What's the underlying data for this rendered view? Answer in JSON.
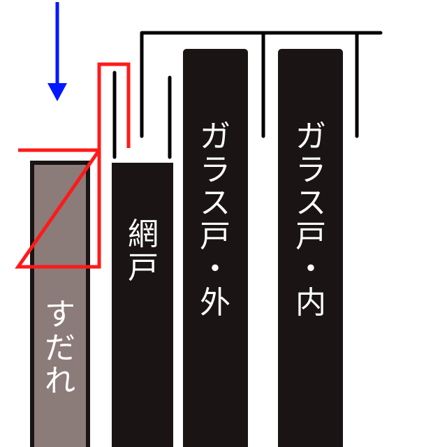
{
  "panels": {
    "sudare": {
      "label": [
        "す",
        "だ",
        "れ"
      ]
    },
    "amido": {
      "label": [
        "網",
        "戸"
      ]
    },
    "glass_outer": {
      "label": [
        "ガ",
        "ラ",
        "ス",
        "戸",
        "・",
        "外"
      ]
    },
    "glass_inner": {
      "label": [
        "ガ",
        "ラ",
        "ス",
        "戸",
        "・",
        "内"
      ]
    }
  },
  "colors": {
    "sudare_fill": "#8b7b79",
    "panel_fill": "#1a1414",
    "highlight": "#ff1a1a",
    "arrow": "#0018ff",
    "rail": "#000000"
  }
}
